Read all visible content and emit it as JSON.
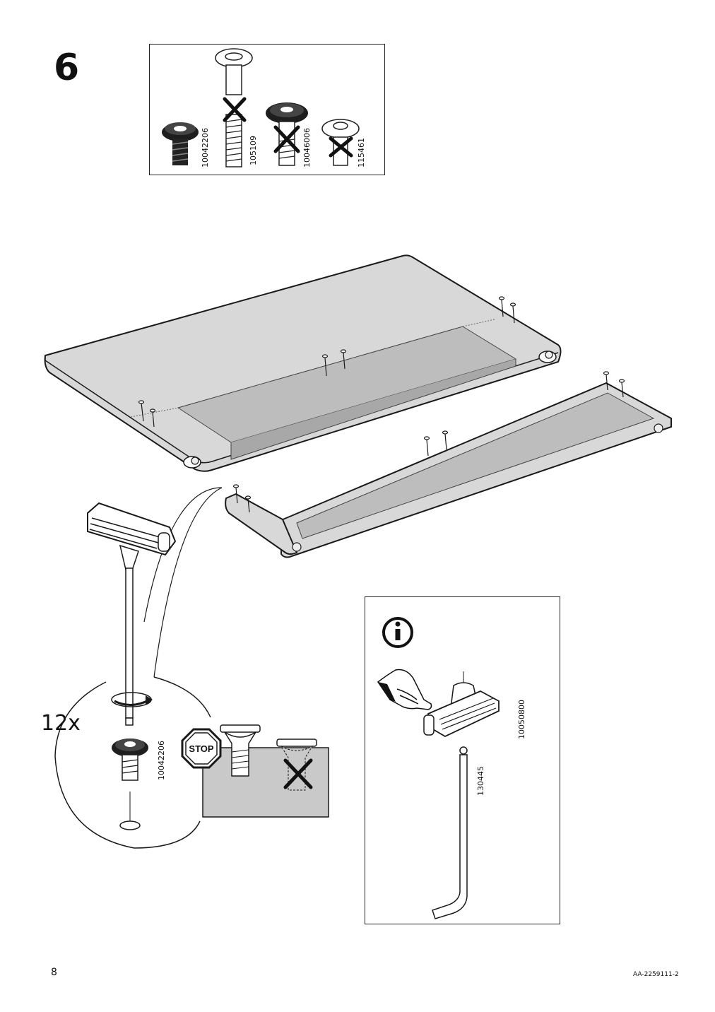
{
  "step": {
    "number": "6"
  },
  "parts_check": {
    "parts": [
      {
        "id": "10042206",
        "allowed": true
      },
      {
        "id": "105109",
        "allowed": false
      },
      {
        "id": "10046006",
        "allowed": false
      },
      {
        "id": "115461",
        "allowed": false
      }
    ]
  },
  "detail": {
    "quantity": "12x",
    "screw_id": "10042206",
    "stop_label": "STOP"
  },
  "info_box": {
    "icon": "info-icon",
    "tool_ids": [
      "10050800",
      "130445"
    ]
  },
  "footer": {
    "page_number": "8",
    "doc_code": "AA-2259111-2"
  },
  "colors": {
    "panel_gray": "#d4d4d4",
    "inset_gray": "#b9b9b9",
    "line": "#1a1a1a"
  }
}
